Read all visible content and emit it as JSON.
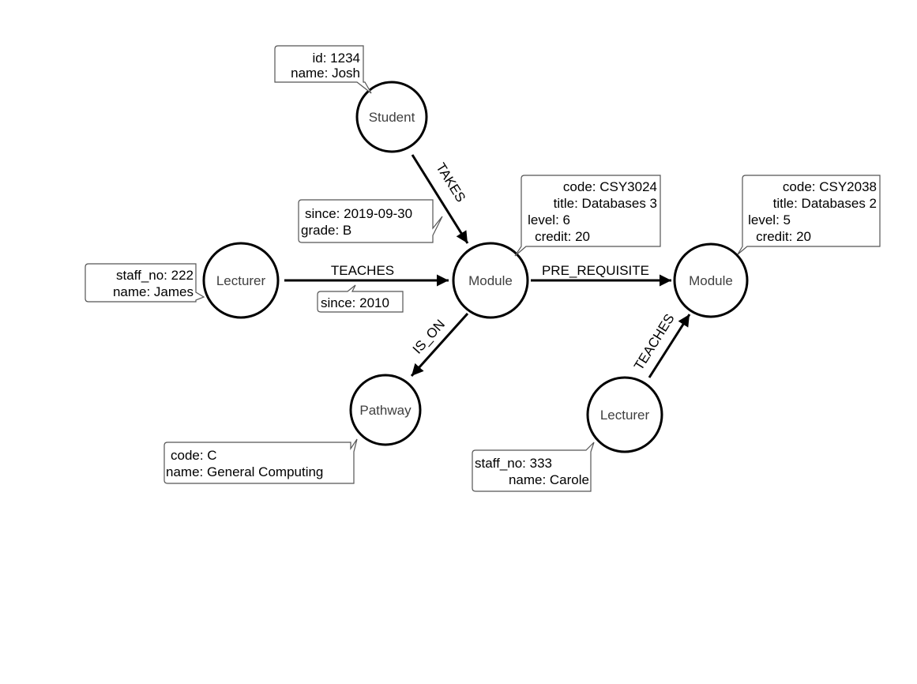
{
  "nodes": {
    "student": {
      "label": "Student",
      "props": [
        "id: 1234",
        "name: Josh"
      ]
    },
    "lecturer_james": {
      "label": "Lecturer",
      "props": [
        "staff_no: 222",
        "name: James"
      ]
    },
    "module_csy3024": {
      "label": "Module",
      "props": [
        "code: CSY3024",
        "title: Databases 3",
        "level: 6",
        "credit: 20"
      ]
    },
    "module_csy2038": {
      "label": "Module",
      "props": [
        "code: CSY2038",
        "title: Databases 2",
        "level: 5",
        "credit: 20"
      ]
    },
    "pathway": {
      "label": "Pathway",
      "props": [
        "code: C",
        "name: General Computing"
      ]
    },
    "lecturer_carole": {
      "label": "Lecturer",
      "props": [
        "staff_no: 333",
        "name: Carole"
      ]
    }
  },
  "edges": {
    "takes": {
      "label": "TAKES",
      "props": [
        "since: 2019-09-30",
        "grade: B"
      ]
    },
    "teaches_james": {
      "label": "TEACHES",
      "props": [
        "since: 2010"
      ]
    },
    "pre_requisite": {
      "label": "PRE_REQUISITE"
    },
    "is_on": {
      "label": "IS_ON"
    },
    "teaches_carole": {
      "label": "TEACHES"
    }
  }
}
